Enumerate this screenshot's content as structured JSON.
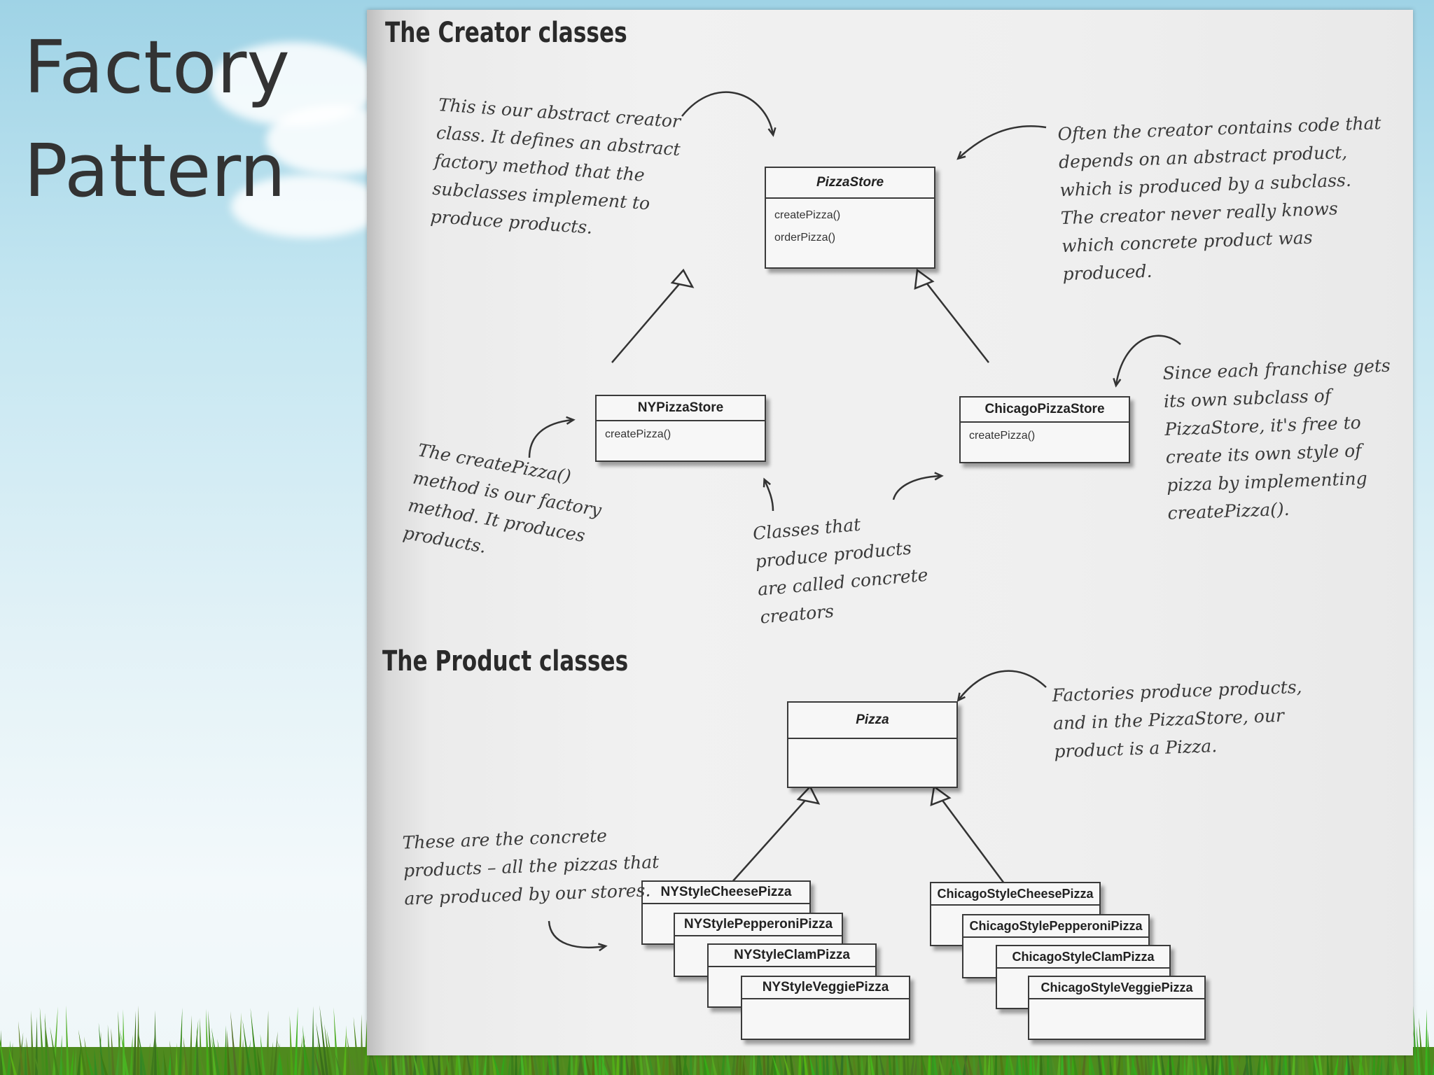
{
  "slide_title": "Factory\nPattern",
  "creator_section": {
    "title": "The Creator classes",
    "abstract_creator": {
      "name": "PizzaStore",
      "methods": [
        "createPizza()",
        "orderPizza()"
      ]
    },
    "concrete_creators": [
      {
        "name": "NYPizzaStore",
        "methods": [
          "createPizza()"
        ]
      },
      {
        "name": "ChicagoPizzaStore",
        "methods": [
          "createPizza()"
        ]
      }
    ],
    "notes": {
      "abstract_creator": "This is our abstract creator class. It defines an abstract factory method that the subclasses implement to produce products.",
      "creator_code": "Often the creator contains code that depends on an abstract product, which is produced by a subclass. The creator never really knows which concrete product was produced.",
      "franchise": "Since each franchise gets its own subclass of PizzaStore, it's free to create its own style of pizza by implementing createPizza().",
      "factory_method": "The createPizza() method is our factory method. It produces products.",
      "concrete_creators": "Classes that produce products are called concrete creators"
    }
  },
  "product_section": {
    "title": "The Product classes",
    "abstract_product": {
      "name": "Pizza"
    },
    "ny_products": [
      "NYStyleCheesePizza",
      "NYStylePepperoniPizza",
      "NYStyleClamPizza",
      "NYStyleVeggiePizza"
    ],
    "chicago_products": [
      "ChicagoStyleCheesePizza",
      "ChicagoStylePepperoniPizza",
      "ChicagoStyleClamPizza",
      "ChicagoStyleVeggiePizza"
    ],
    "notes": {
      "factories": "Factories produce products, and in the PizzaStore, our product is a Pizza.",
      "concrete_products": "These are the concrete products – all the pizzas that are produced by our stores."
    }
  }
}
